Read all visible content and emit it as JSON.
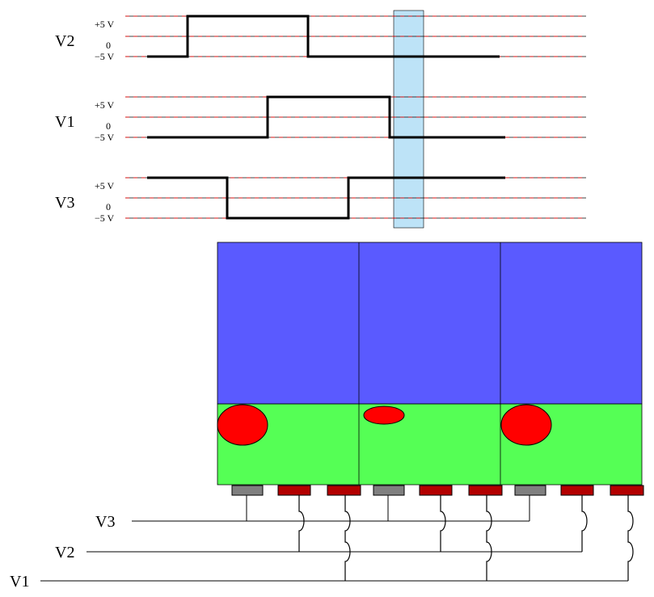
{
  "waveforms": [
    {
      "label": "V2",
      "levels": [
        "+5 V",
        "0",
        "−5 V"
      ],
      "transitions_up": 1,
      "initial": "low"
    },
    {
      "label": "V1",
      "levels": [
        "+5 V",
        "0",
        "−5 V"
      ],
      "initial": "low"
    },
    {
      "label": "V3",
      "levels": [
        "+5 V",
        "0",
        "−5 V"
      ],
      "initial": "high"
    }
  ],
  "bus_labels": [
    "V3",
    "V2",
    "V1"
  ],
  "colors": {
    "upper_layer": "#5a5aff",
    "lower_layer": "#55ff55",
    "charge": "#ff0000",
    "electrode_active": "#b30000",
    "electrode_ground": "#808080",
    "highlight": "#bde3f7",
    "reference_line": "#ff0000"
  }
}
